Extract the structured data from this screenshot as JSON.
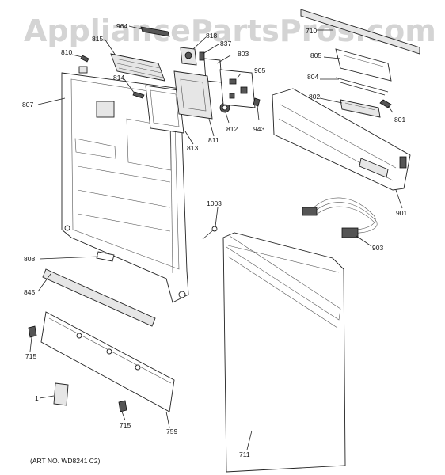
{
  "watermark": "AppliancePartsPros.com",
  "art_number": "(ART NO. WD8241 C2)",
  "callouts": {
    "c964": "964",
    "c815": "815",
    "c818": "818",
    "c837": "837",
    "c803": "803",
    "c810": "810",
    "c905": "905",
    "c710": "710",
    "c805": "805",
    "c804": "804",
    "c802": "802",
    "c801": "801",
    "c814": "814",
    "c807": "807",
    "c812": "812",
    "c943": "943",
    "c813": "813",
    "c811": "811",
    "c901": "901",
    "c1003": "1003",
    "c903": "903",
    "c808": "808",
    "c845": "845",
    "c715a": "715",
    "c1": "1",
    "c715b": "715",
    "c759": "759",
    "c711": "711"
  }
}
